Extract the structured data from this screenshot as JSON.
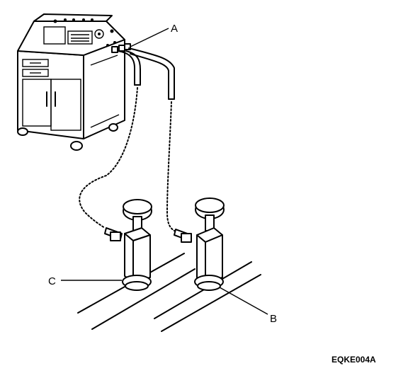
{
  "labels": {
    "a": "A",
    "b": "B",
    "c": "C"
  },
  "figure_code": "EQKE004A",
  "colors": {
    "ink": "#000000",
    "background": "#ffffff"
  }
}
